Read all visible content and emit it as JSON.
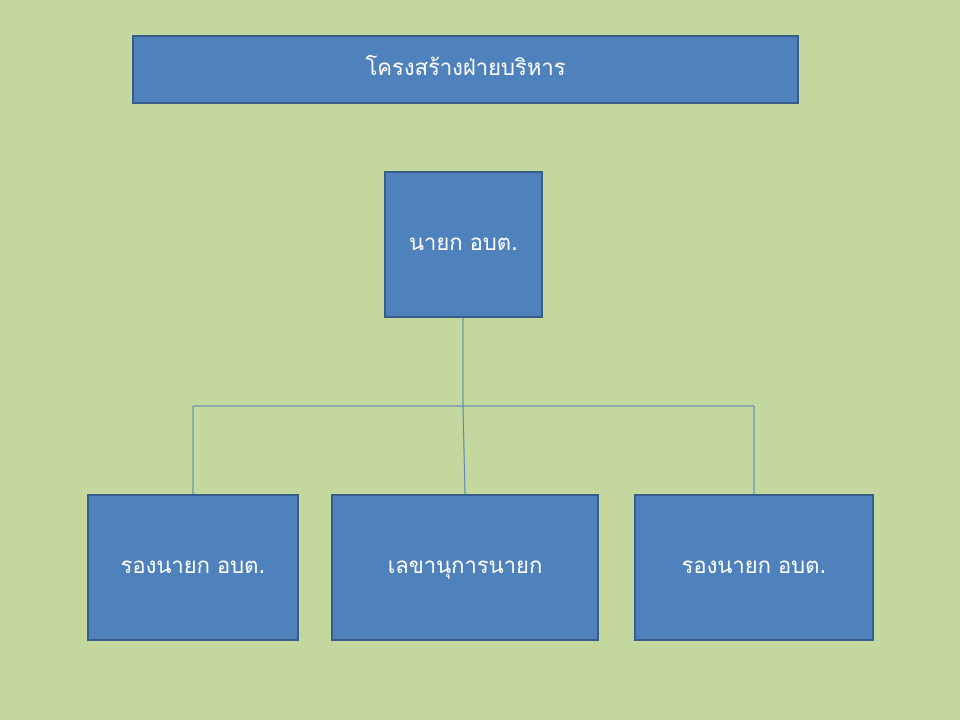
{
  "title": "โครงสร้างฝ่ายบริหาร",
  "chart": {
    "head": "นายก อบต.",
    "subordinates": [
      "รองนายก อบต.",
      "เลขานุการนายก",
      "รองนายก อบต."
    ]
  },
  "colors": {
    "background": "#c4d79f",
    "box_fill": "#4f81bd",
    "box_border": "#385d8a",
    "connector": "#4f81bd",
    "text": "#ffffff"
  }
}
